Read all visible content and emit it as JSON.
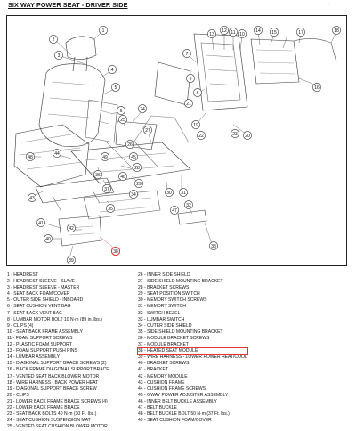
{
  "title": "SIX WAY POWER SEAT - DRIVER SIDE",
  "corner_mark": ".",
  "diagram": {
    "callouts": [
      "1",
      "2",
      "3",
      "4",
      "5",
      "6",
      "7",
      "8",
      "9",
      "10",
      "11",
      "12",
      "13",
      "14",
      "15",
      "16",
      "17",
      "18",
      "19",
      "20",
      "21",
      "22",
      "23",
      "24",
      "25",
      "26",
      "27",
      "28",
      "29",
      "30",
      "31",
      "32",
      "33",
      "34",
      "35",
      "36",
      "37",
      "38",
      "39",
      "40",
      "41",
      "42",
      "43",
      "44",
      "45",
      "46",
      "47",
      "48",
      "49"
    ],
    "highlighted_callout": "38",
    "highlight_color": "#e53535"
  },
  "legend": {
    "left": [
      "1 - HEADREST",
      "2 - HEADREST SLEEVE - SLAVE",
      "3 - HEADREST SLEEVE - MASTER",
      "4 - SEAT BACK FOAM/COVER",
      "5 - OUTER SIDE SHIELD - INBOARD",
      "6 - SEAT CUSHION VENT BAG",
      "7 - SEAT BACK VENT BAG",
      "8 - LUMBAR MOTOR BOLT 10 N·m (89 in. lbs.)",
      "9 - CLIPS (4)",
      "10 - SEAT BACK FRAME ASSEMBLY",
      "11 - FOAM SUPPORT SCREWS",
      "12 - PLASTIC FOAM SUPPORT",
      "13 - FOAM SUPPORT PUSH PINS",
      "14 - LUMBAR ASSEMBLY",
      "15 - DIAGONAL SUPPORT BRACE SCREWS (2)",
      "16 - BACK FRAME DIAGONAL SUPPORT BRACE",
      "17 - VENTED SEAT BACK BLOWER MOTOR",
      "18 - WIRE HARNESS - BACK POWER HEAT",
      "19 - DIAGONAL SUPPORT BRACE SCREW",
      "20 - CLIPS",
      "21 - LOWER BACK FRAME BRACE SCREWS (4)",
      "22 - LOWER BACK FRAME BRACE",
      "23 - SEAT BACK BOLTS 40 N·m (30 Ft. lbs.)",
      "24 - SEAT CUSHION SUSPENSION MAT",
      "25 - VENTED SEAT CUSHION BLOWER MOTOR"
    ],
    "right": [
      "26 - INNER SIDE SHIELD",
      "27 - SIDE SHIELD MOUNTING BRACKET",
      "28 - BRACKET SCREWS",
      "29 - SEAT POSITION SWITCH",
      "30 - MEMORY SWITCH SCREWS",
      "31 - MEMORY SWITCH",
      "32 - SWITCH BEZEL",
      "33 - LUMBAR SWITCH",
      "34 - OUTER SIDE SHIELD",
      "35 - SIDE SHIELD MOUNTING BRACKET",
      "36 - MODULE BRACKET SCREWS",
      "37 - MODULE BRACKET",
      "38 - HEATED SEAT MODULE",
      "39 - WIRE HARNESS - LOWER POWER HEAT/COOL",
      "40 - BRACKET SCREWS",
      "41 - BRACKET",
      "42 - MEMORY MODULE",
      "43 - CUSHION FRAME",
      "44 - CUSHION FRAME SCREWS",
      "45 - 6 WAY POWER ADJUSTER ASSEMBLY",
      "46 - INNER BELT BUCKLE ASSEMBLY",
      "47 - BELT BUCKLE",
      "48 - BELT BUCKLE BOLT 50 N·m (37 Ft. lbs.)",
      "49 - SEAT CUSHION FOAM/COVER"
    ]
  }
}
